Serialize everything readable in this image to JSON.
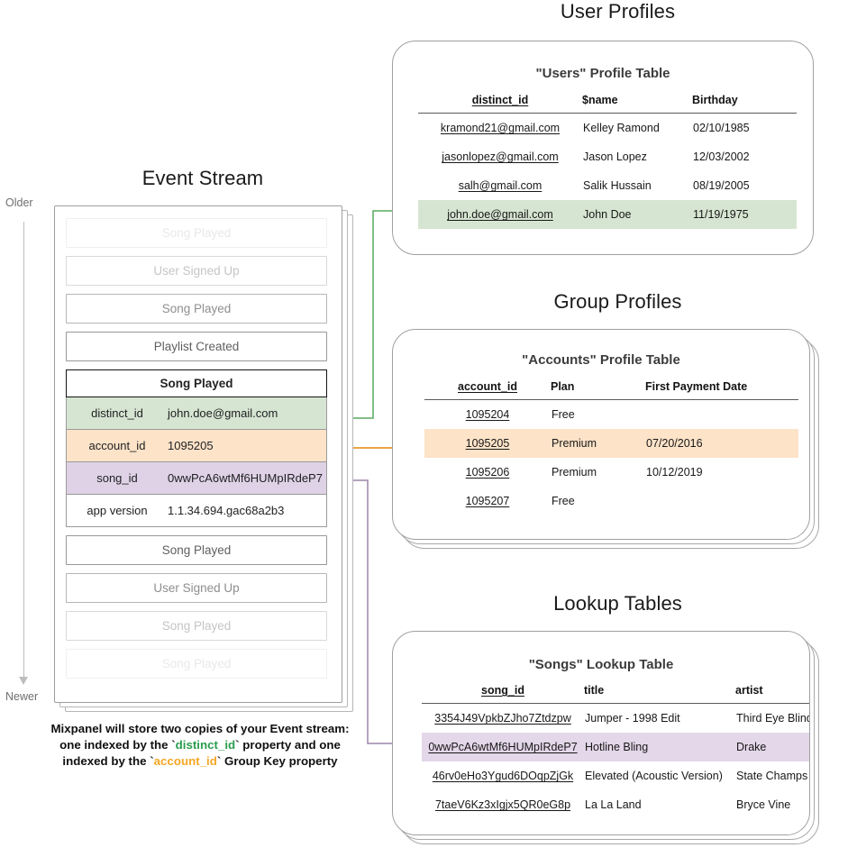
{
  "sections": {
    "user_profiles_title": "User Profiles",
    "group_profiles_title": "Group Profiles",
    "lookup_tables_title": "Lookup Tables",
    "event_stream_title": "Event Stream"
  },
  "time_axis": {
    "older": "Older",
    "newer": "Newer"
  },
  "event_stream": {
    "events": [
      {
        "label": "Song Played",
        "fade": "f05"
      },
      {
        "label": "User Signed Up",
        "fade": "f25"
      },
      {
        "label": "Song Played",
        "fade": "f55"
      },
      {
        "label": "Playlist Created",
        "fade": "f80"
      }
    ],
    "expanded_event": {
      "name": "Song Played",
      "properties": [
        {
          "key": "distinct_id",
          "value": "john.doe@gmail.com",
          "color": "green"
        },
        {
          "key": "account_id",
          "value": "1095205",
          "color": "orange"
        },
        {
          "key": "song_id",
          "value": "0wwPcA6wtMf6HUMpIRdeP7",
          "color": "purple"
        },
        {
          "key": "app version",
          "value": "1.1.34.694.gac68a2b3",
          "color": "plain"
        }
      ]
    },
    "events_after": [
      {
        "label": "Song Played",
        "fade": "f80"
      },
      {
        "label": "User Signed Up",
        "fade": "f55"
      },
      {
        "label": "Song Played",
        "fade": "f25"
      },
      {
        "label": "Song Played",
        "fade": "f05"
      }
    ]
  },
  "caption": {
    "line1": "Mixpanel will store two copies of your Event stream:",
    "line2_a": "one indexed by the ",
    "line2_code": "distinct_id",
    "line2_b": " property and one",
    "line3_a": "indexed by the ",
    "line3_code": "account_id",
    "line3_b": " Group Key property"
  },
  "users_table": {
    "title": "\"Users\" Profile Table",
    "columns": [
      "distinct_id",
      "$name",
      "Birthday"
    ],
    "rows": [
      {
        "cells": [
          "kramond21@gmail.com",
          "Kelley Ramond",
          "02/10/1985"
        ],
        "highlight": ""
      },
      {
        "cells": [
          "jasonlopez@gmail.com",
          "Jason Lopez",
          "12/03/2002"
        ],
        "highlight": ""
      },
      {
        "cells": [
          "salh@gmail.com",
          "Salik Hussain",
          "08/19/2005"
        ],
        "highlight": ""
      },
      {
        "cells": [
          "john.doe@gmail.com",
          "John Doe",
          "11/19/1975"
        ],
        "highlight": "hl-green"
      }
    ]
  },
  "accounts_table": {
    "title": "\"Accounts\" Profile Table",
    "columns": [
      "account_id",
      "Plan",
      "First Payment Date"
    ],
    "rows": [
      {
        "cells": [
          "1095204",
          "Free",
          ""
        ],
        "highlight": ""
      },
      {
        "cells": [
          "1095205",
          "Premium",
          "07/20/2016"
        ],
        "highlight": "hl-orange"
      },
      {
        "cells": [
          "1095206",
          "Premium",
          "10/12/2019"
        ],
        "highlight": ""
      },
      {
        "cells": [
          "1095207",
          "Free",
          ""
        ],
        "highlight": ""
      }
    ]
  },
  "songs_table": {
    "title": "\"Songs\" Lookup Table",
    "columns": [
      "song_id",
      "title",
      "artist"
    ],
    "rows": [
      {
        "cells": [
          "3354J49VpkbZJho7Ztdzpw",
          "Jumper - 1998 Edit",
          "Third Eye Blind"
        ],
        "highlight": ""
      },
      {
        "cells": [
          "0wwPcA6wtMf6HUMpIRdeP7",
          "Hotline Bling",
          "Drake"
        ],
        "highlight": "hl-purple"
      },
      {
        "cells": [
          "46rv0eHo3Ygud6DOqpZjGk",
          "Elevated (Acoustic Version)",
          "State Champs"
        ],
        "highlight": ""
      },
      {
        "cells": [
          "7taeV6Kz3xIgjx5QR0eG8p",
          "La La Land",
          "Bryce Vine"
        ],
        "highlight": ""
      }
    ]
  },
  "colors": {
    "green": "#d6e5d1",
    "orange": "#fde3c8",
    "purple": "#dfd2e6",
    "purple_row": "#e3d7e9",
    "arrow_green": "#5aa85f",
    "arrow_orange": "#e89a2c",
    "arrow_purple": "#9b86a8",
    "code_green": "#2a9d4e",
    "code_orange": "#f5a623",
    "card_border": "#a0a0a0"
  }
}
